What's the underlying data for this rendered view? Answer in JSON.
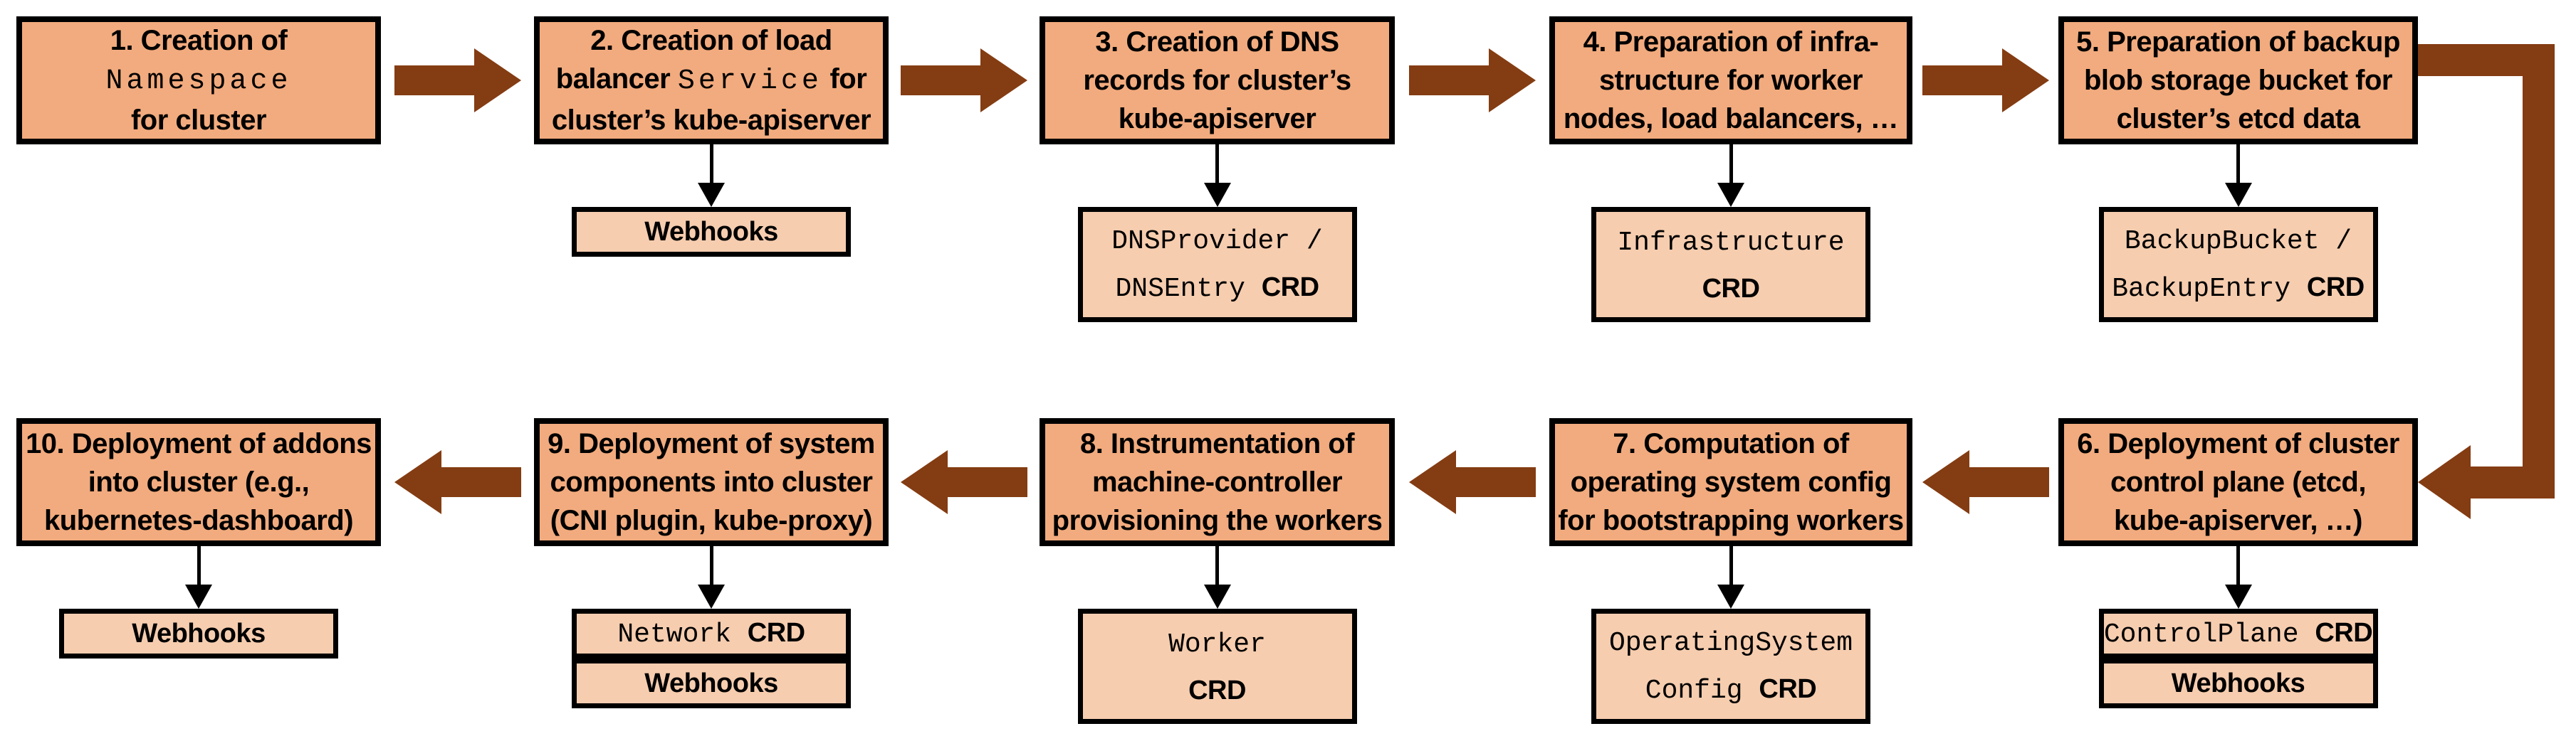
{
  "diagram": {
    "title": "Cluster creation flow with extension CRDs and webhooks",
    "colors": {
      "background": "#ffffff",
      "step_fill": "#F2AB7E",
      "artifact_fill": "#F6CDAF",
      "border": "#000000",
      "flow_arrow": "#843C12",
      "link_arrow": "#000000",
      "text": "#000000"
    },
    "steps": [
      {
        "name": "step-1",
        "row": 0,
        "col": 0,
        "lines": [
          [
            {
              "t": "1. Creation of"
            }
          ],
          [
            {
              "t": "Namespace",
              "mono": true
            }
          ],
          [
            {
              "t": "for cluster"
            }
          ]
        ],
        "artifacts": []
      },
      {
        "name": "step-2",
        "row": 0,
        "col": 1,
        "lines": [
          [
            {
              "t": "2. Creation of load"
            }
          ],
          [
            {
              "t": "balancer "
            },
            {
              "t": "Service",
              "mono": true
            },
            {
              "t": " for"
            }
          ],
          [
            {
              "t": "cluster’s kube-apiserver"
            }
          ]
        ],
        "artifacts": [
          {
            "name": "webhooks",
            "lines": [
              [
                {
                  "t": "Webhooks"
                }
              ]
            ]
          }
        ]
      },
      {
        "name": "step-3",
        "row": 0,
        "col": 2,
        "lines": [
          [
            {
              "t": "3. Creation of DNS"
            }
          ],
          [
            {
              "t": "records for cluster’s"
            }
          ],
          [
            {
              "t": "kube-apiserver"
            }
          ]
        ],
        "artifacts": [
          {
            "name": "dnsprovider-dnsentry-crd",
            "lines": [
              [
                {
                  "t": "DNSProvider /",
                  "mono": true
                }
              ],
              [
                {
                  "t": "DNSEntry ",
                  "mono": true
                },
                {
                  "t": "CRD"
                }
              ]
            ]
          }
        ]
      },
      {
        "name": "step-4",
        "row": 0,
        "col": 3,
        "lines": [
          [
            {
              "t": "4. Preparation of infra-"
            }
          ],
          [
            {
              "t": "structure for worker"
            }
          ],
          [
            {
              "t": "nodes, load balancers, …"
            }
          ]
        ],
        "artifacts": [
          {
            "name": "infrastructure-crd",
            "lines": [
              [
                {
                  "t": "Infrastructure",
                  "mono": true
                }
              ],
              [
                {
                  "t": "CRD"
                }
              ]
            ]
          }
        ]
      },
      {
        "name": "step-5",
        "row": 0,
        "col": 4,
        "lines": [
          [
            {
              "t": "5. Preparation of backup"
            }
          ],
          [
            {
              "t": "blob storage bucket for"
            }
          ],
          [
            {
              "t": "cluster’s etcd data"
            }
          ]
        ],
        "artifacts": [
          {
            "name": "backupbucket-backupentry-crd",
            "lines": [
              [
                {
                  "t": "BackupBucket /",
                  "mono": true
                }
              ],
              [
                {
                  "t": "BackupEntry ",
                  "mono": true
                },
                {
                  "t": "CRD"
                }
              ]
            ]
          }
        ]
      },
      {
        "name": "step-6",
        "row": 1,
        "col": 4,
        "lines": [
          [
            {
              "t": "6. Deployment of cluster"
            }
          ],
          [
            {
              "t": "control plane (etcd,"
            }
          ],
          [
            {
              "t": "kube-apiserver, …)"
            }
          ]
        ],
        "artifacts": [
          {
            "name": "controlplane-crd",
            "lines": [
              [
                {
                  "t": "ControlPlane ",
                  "mono": true
                },
                {
                  "t": "CRD"
                }
              ]
            ]
          },
          {
            "name": "webhooks",
            "lines": [
              [
                {
                  "t": "Webhooks"
                }
              ]
            ]
          }
        ]
      },
      {
        "name": "step-7",
        "row": 1,
        "col": 3,
        "lines": [
          [
            {
              "t": "7. Computation of"
            }
          ],
          [
            {
              "t": "operating system config"
            }
          ],
          [
            {
              "t": "for bootstrapping workers"
            }
          ]
        ],
        "artifacts": [
          {
            "name": "operatingsystemconfig-crd",
            "lines": [
              [
                {
                  "t": "OperatingSystem",
                  "mono": true
                }
              ],
              [
                {
                  "t": "Config ",
                  "mono": true
                },
                {
                  "t": "CRD"
                }
              ]
            ]
          }
        ]
      },
      {
        "name": "step-8",
        "row": 1,
        "col": 2,
        "lines": [
          [
            {
              "t": "8. Instrumentation of"
            }
          ],
          [
            {
              "t": "machine-controller"
            }
          ],
          [
            {
              "t": "provisioning the workers"
            }
          ]
        ],
        "artifacts": [
          {
            "name": "worker-crd",
            "lines": [
              [
                {
                  "t": "Worker",
                  "mono": true
                }
              ],
              [
                {
                  "t": "CRD"
                }
              ]
            ]
          }
        ]
      },
      {
        "name": "step-9",
        "row": 1,
        "col": 1,
        "lines": [
          [
            {
              "t": "9. Deployment of system"
            }
          ],
          [
            {
              "t": "components into cluster"
            }
          ],
          [
            {
              "t": "(CNI plugin, kube-proxy)"
            }
          ]
        ],
        "artifacts": [
          {
            "name": "network-crd",
            "lines": [
              [
                {
                  "t": "Network ",
                  "mono": true
                },
                {
                  "t": "CRD"
                }
              ]
            ]
          },
          {
            "name": "webhooks",
            "lines": [
              [
                {
                  "t": "Webhooks"
                }
              ]
            ]
          }
        ]
      },
      {
        "name": "step-10",
        "row": 1,
        "col": 0,
        "lines": [
          [
            {
              "t": "10. Deployment of addons"
            }
          ],
          [
            {
              "t": "into cluster (e.g.,"
            }
          ],
          [
            {
              "t": "kubernetes-dashboard)"
            }
          ]
        ],
        "artifacts": [
          {
            "name": "webhooks",
            "lines": [
              [
                {
                  "t": "Webhooks"
                }
              ]
            ]
          }
        ]
      }
    ],
    "flow": {
      "row1_direction": "right",
      "row2_direction": "left",
      "wrap_connector": "elbow from step-5 right edge down to step-6 right edge"
    }
  }
}
